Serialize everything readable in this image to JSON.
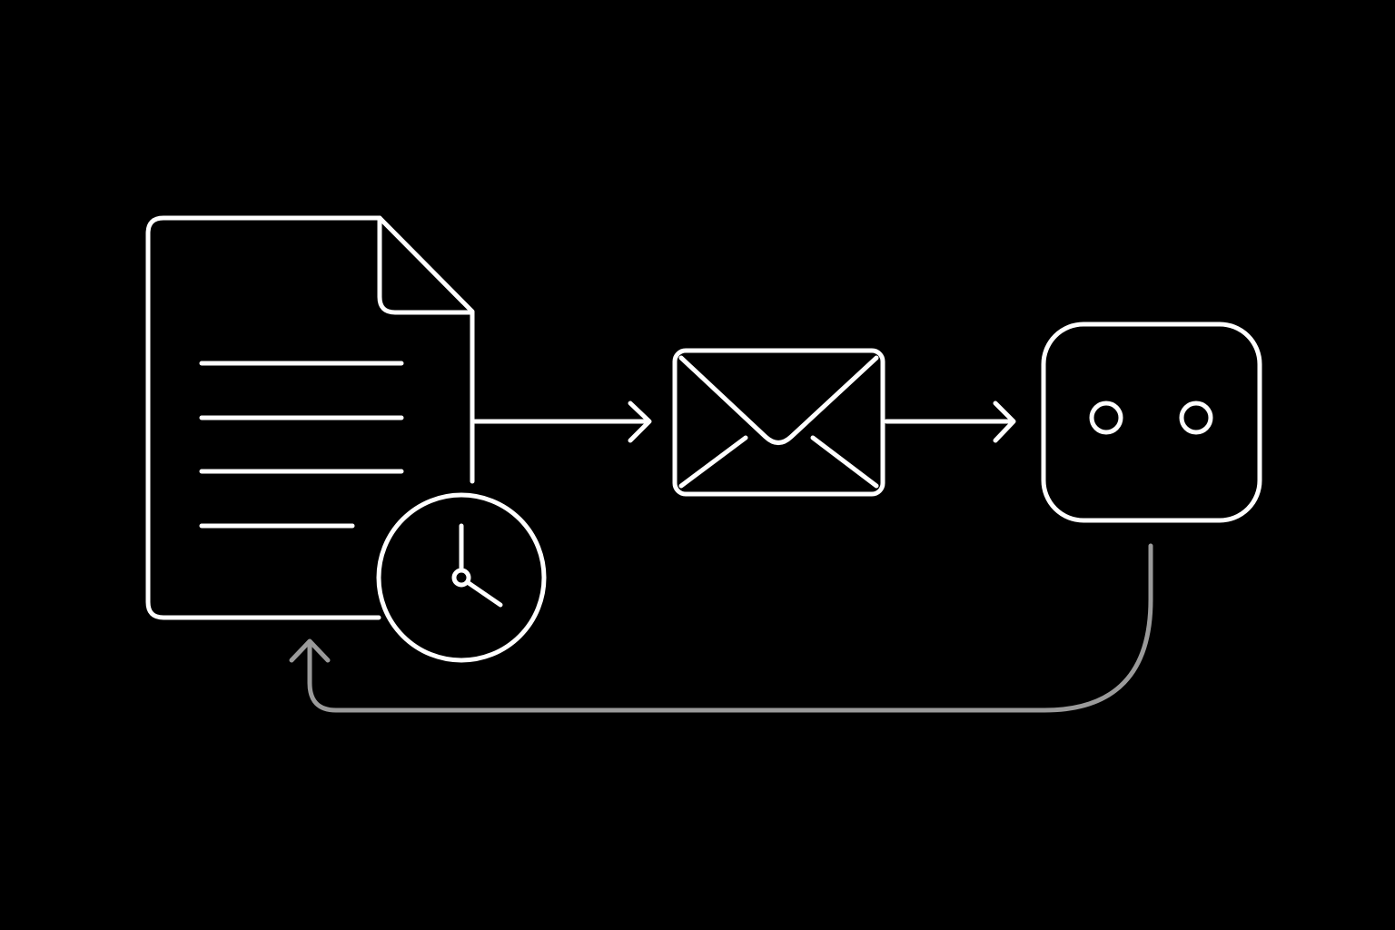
{
  "diagram": {
    "background_color": "#000000",
    "stroke_color": "#FFFFFF",
    "feedback_stroke_color": "#9A9A9A",
    "nodes": [
      {
        "id": "document",
        "icon": "document-icon"
      },
      {
        "id": "clock",
        "icon": "clock-icon"
      },
      {
        "id": "email",
        "icon": "envelope-icon"
      },
      {
        "id": "bot",
        "icon": "bot-face-icon"
      }
    ],
    "edges": [
      {
        "from": "document",
        "to": "email",
        "style": "solid-arrow"
      },
      {
        "from": "email",
        "to": "bot",
        "style": "solid-arrow"
      },
      {
        "from": "bot",
        "to": "document",
        "style": "feedback-loop-arrow"
      }
    ]
  }
}
